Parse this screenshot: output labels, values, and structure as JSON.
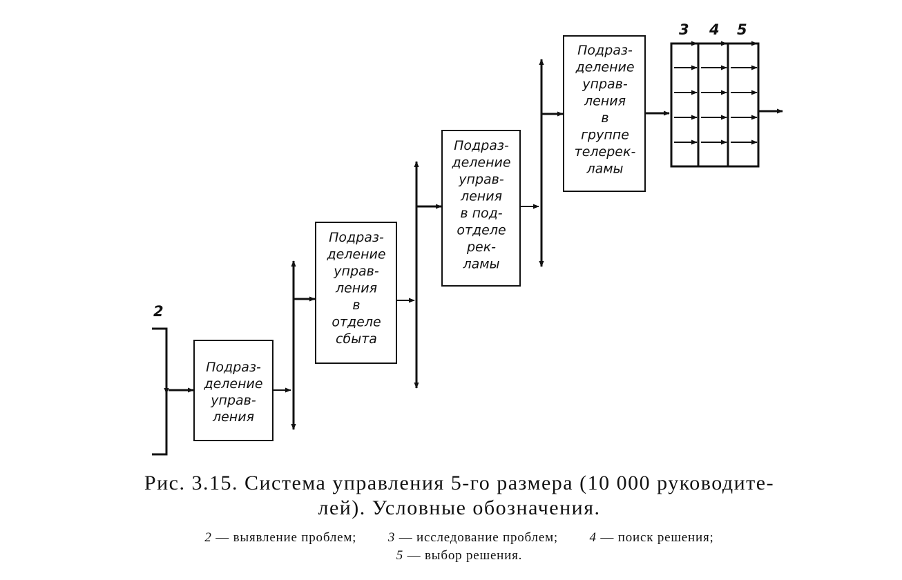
{
  "diagram": {
    "stage2_label": "2",
    "grid_column_labels": [
      "3",
      "4",
      "5"
    ],
    "boxes": [
      {
        "name": "unit-box-1",
        "lines": [
          "Подраз-",
          "деление",
          "управ-",
          "ления"
        ]
      },
      {
        "name": "unit-box-2",
        "lines": [
          "Подраз-",
          "деление",
          "управ-",
          "ления",
          "в",
          "отделе",
          "сбыта"
        ]
      },
      {
        "name": "unit-box-3",
        "lines": [
          "Подраз-",
          "деление",
          "управ-",
          "ления",
          "в под-",
          "отделе",
          "рек-",
          "ламы"
        ]
      },
      {
        "name": "unit-box-4",
        "lines": [
          "Подраз-",
          "деление",
          "управ-",
          "ления",
          "в",
          "группе",
          "телерек-",
          "ламы"
        ]
      }
    ]
  },
  "caption": {
    "line1": "Рис. 3.15. Система управления 5-го размера (10 000 руководите-",
    "line2": "лей). Условные обозначения."
  },
  "legend": {
    "items": [
      {
        "num": "2",
        "text": "— выявление проблем;"
      },
      {
        "num": "3",
        "text": "— исследование проблем;"
      },
      {
        "num": "4",
        "text": "— поиск решения;"
      },
      {
        "num": "5",
        "text": "— выбор решения."
      }
    ]
  }
}
